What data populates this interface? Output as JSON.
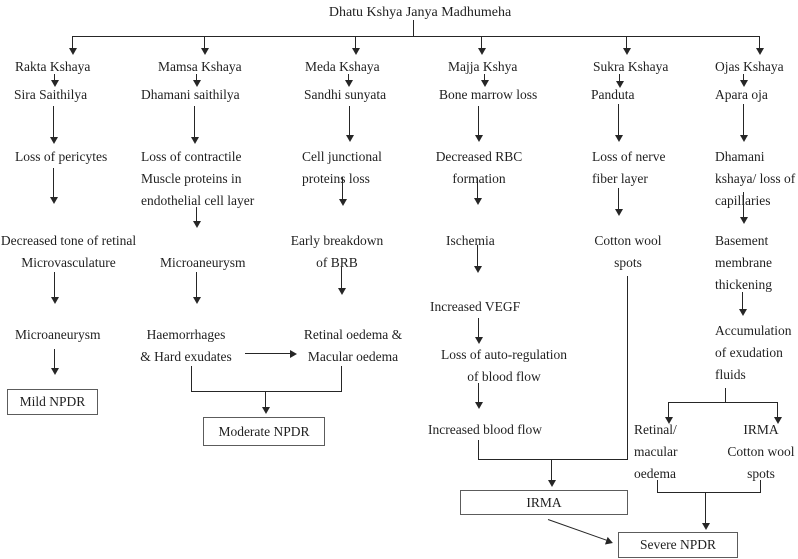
{
  "colors": {
    "background": "#ffffff",
    "text": "#1f1f1f",
    "line": "#262626",
    "box_border": "#5c5c5c"
  },
  "title": "Dhatu Kshya Janya Madhumeha",
  "columns": {
    "col1": {
      "head": "Rakta Kshaya",
      "s1": "Sira Saithilya",
      "s2": "Loss of pericytes",
      "s3": "Decreased tone of retinal\nMicrovasculature",
      "s4": "Microaneurysm",
      "outcome": "Mild NPDR"
    },
    "col2": {
      "head": "Mamsa Kshaya",
      "s1": "Dhamani saithilya",
      "s2": "Loss of contractile\nMuscle proteins in\nendothelial cell layer",
      "s3": "Microaneurysm",
      "s4": "Haemorrhages\n& Hard exudates",
      "outcome": "Moderate NPDR"
    },
    "col3": {
      "head": "Meda Kshaya",
      "s1": "Sandhi sunyata",
      "s2": "Cell junctional\nproteins loss",
      "s3": "Early breakdown\nof BRB",
      "s4": "Retinal oedema &\nMacular oedema"
    },
    "col4": {
      "head": "Majja Kshya",
      "s1": "Bone marrow loss",
      "s2": "Decreased RBC\nformation",
      "s3": "Ischemia",
      "s4": "Increased VEGF",
      "s5": "Loss of auto-regulation\nof blood flow",
      "s6": "Increased blood flow",
      "outcome": "IRMA"
    },
    "col5": {
      "head": "Sukra Kshaya",
      "s1": "Panduta",
      "s2": "Loss of nerve\nfiber layer",
      "s3": "Cotton wool\nspots"
    },
    "col6": {
      "head": "Ojas Kshaya",
      "s1": "Apara oja",
      "s2": "Dhamani\nkshaya/ loss of\ncapillaries",
      "s3": "Basement\nmembrane\nthickening",
      "s4": "Accumulation\nof exudation\nfluids",
      "s5": "Retinal/\nmacular\noedema",
      "s6": "IRMA\nCotton wool\nspots",
      "outcome": "Severe NPDR"
    }
  }
}
